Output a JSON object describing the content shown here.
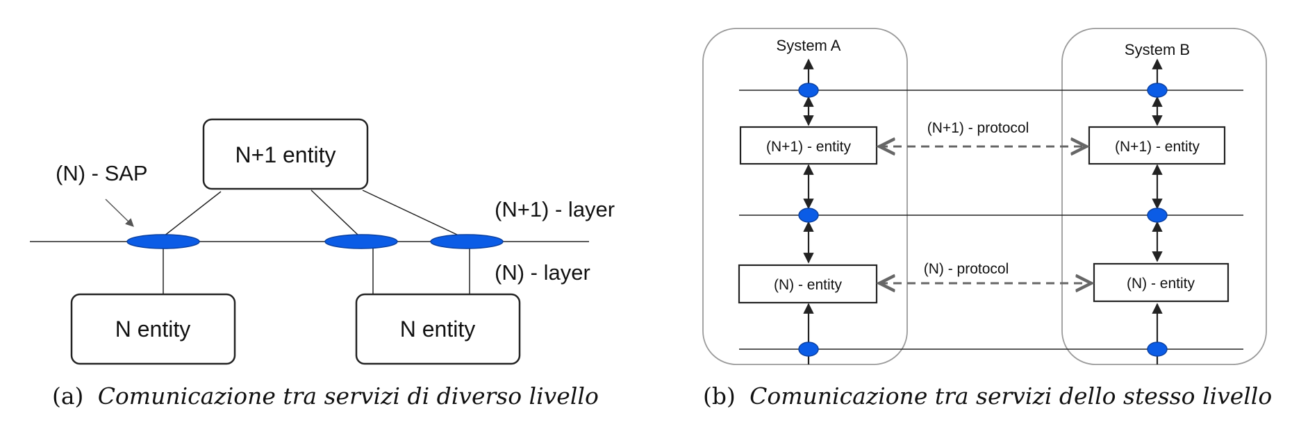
{
  "colors": {
    "sap_fill": "#0b5ce6",
    "sap_stroke": "#0a3f9e",
    "line": "#222222",
    "system_border": "#9a9a9a",
    "protocol_arrow": "#666666"
  },
  "left": {
    "n1_entity_label": "N+1 entity",
    "sap_label": "(N) - SAP",
    "upper_layer_label": "(N+1) - layer",
    "lower_layer_label": "(N) - layer",
    "n_entity_left_label": "N entity",
    "n_entity_right_label": "N entity",
    "caption_prefix": "(a)",
    "caption_text": "Comunicazione tra servizi di diverso livello"
  },
  "right": {
    "system_a_label": "System A",
    "system_b_label": "System B",
    "n1_entity_a_label": "(N+1) - entity",
    "n1_entity_b_label": "(N+1) - entity",
    "n_entity_a_label": "(N) - entity",
    "n_entity_b_label": "(N) - entity",
    "n1_protocol_label": "(N+1) - protocol",
    "n_protocol_label": "(N) - protocol",
    "caption_prefix": "(b)",
    "caption_text": "Comunicazione tra servizi dello stesso livello"
  }
}
